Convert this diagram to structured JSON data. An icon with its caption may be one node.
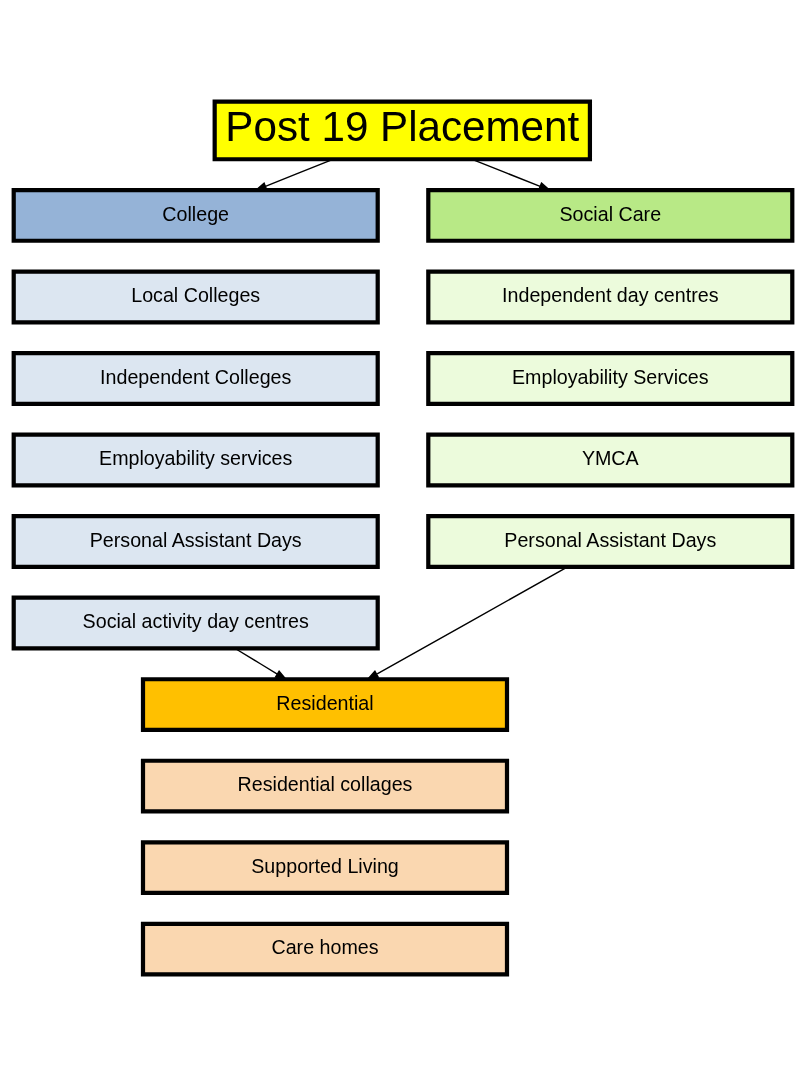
{
  "diagram": {
    "nodes": [
      {
        "text": [
          "Post 19 Placement"
        ]
      },
      {
        "text": [
          "College"
        ]
      },
      {
        "text": [
          "Local Colleges"
        ]
      },
      {
        "text": [
          "Independent Colleges"
        ]
      },
      {
        "text": [
          "Employability services"
        ]
      },
      {
        "text": [
          "Personal Assistant Days"
        ]
      },
      {
        "text": [
          "Social activity day centres"
        ]
      },
      {
        "text": [
          "Social Care"
        ]
      },
      {
        "text": [
          "Independent day centres"
        ]
      },
      {
        "text": [
          "Employability Services"
        ]
      },
      {
        "text": [
          "YMCA"
        ]
      },
      {
        "text": [
          "Personal Assistant Days"
        ]
      },
      {
        "text": [
          "Residential"
        ]
      },
      {
        "text": [
          "Residential collages"
        ]
      },
      {
        "text": [
          "Supported Living"
        ]
      },
      {
        "text": [
          "Care homes"
        ]
      }
    ],
    "edges": [
      {
        "from": 0,
        "to": 1,
        "arrow": "to"
      },
      {
        "from": 0,
        "to": 7,
        "arrow": "to"
      },
      {
        "from": 6,
        "to": 12,
        "arrow": "to"
      },
      {
        "from": 11,
        "to": 12,
        "arrow": "to"
      }
    ]
  }
}
